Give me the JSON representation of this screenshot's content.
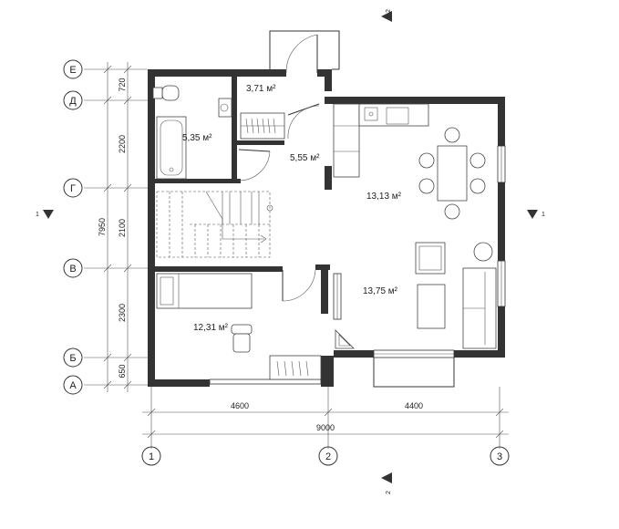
{
  "rooms": {
    "bath": {
      "area": "5,35 м²"
    },
    "wc": {
      "area": "3,71 м²"
    },
    "hall": {
      "area": "5,55 м²"
    },
    "kitchen": {
      "area": "13,13 м²"
    },
    "living": {
      "area": "13,75 м²"
    },
    "bedroom": {
      "area": "12,31 м²"
    }
  },
  "axes_letters": [
    "Е",
    "Д",
    "Г",
    "В",
    "Б",
    "А"
  ],
  "axes_numbers": [
    "1",
    "2",
    "3"
  ],
  "dimensions": {
    "left": [
      "720",
      "2200",
      "2100",
      "2300",
      "650"
    ],
    "left_total": "7950",
    "bottom": [
      "4600",
      "4400"
    ],
    "bottom_total": "9000"
  },
  "section_marks": {
    "top": "2",
    "bottom": "2",
    "left": "1",
    "right": "1"
  }
}
